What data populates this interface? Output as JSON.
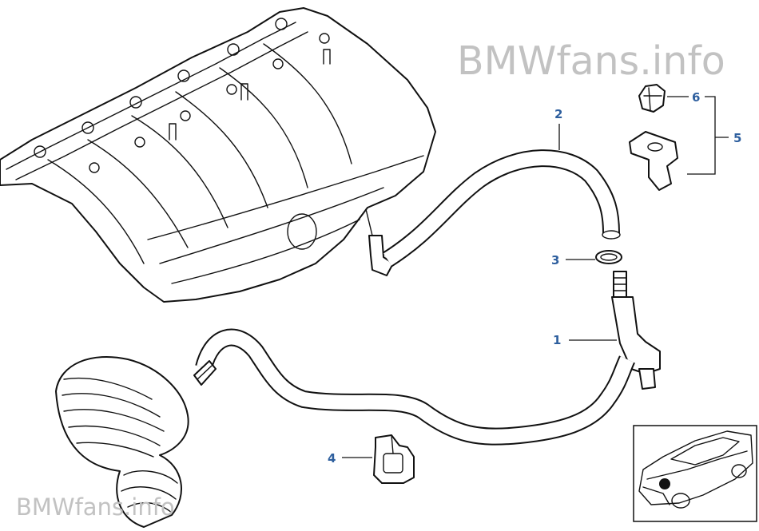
{
  "watermark_top": "BMWfans.info",
  "watermark_bottom": "BMWfans.info",
  "callouts": {
    "c1": "1",
    "c2": "2",
    "c3": "3",
    "c4": "4",
    "c5": "5",
    "c6": "6"
  },
  "colors": {
    "callout": "#2e5f9e",
    "watermark": "#c2c2c2",
    "line": "#111111"
  },
  "icons": {
    "manifold": "intake-manifold-drawing",
    "hose": "vent-hose-drawing",
    "boot": "air-intake-boot-drawing",
    "car": "car-location-drawing"
  }
}
